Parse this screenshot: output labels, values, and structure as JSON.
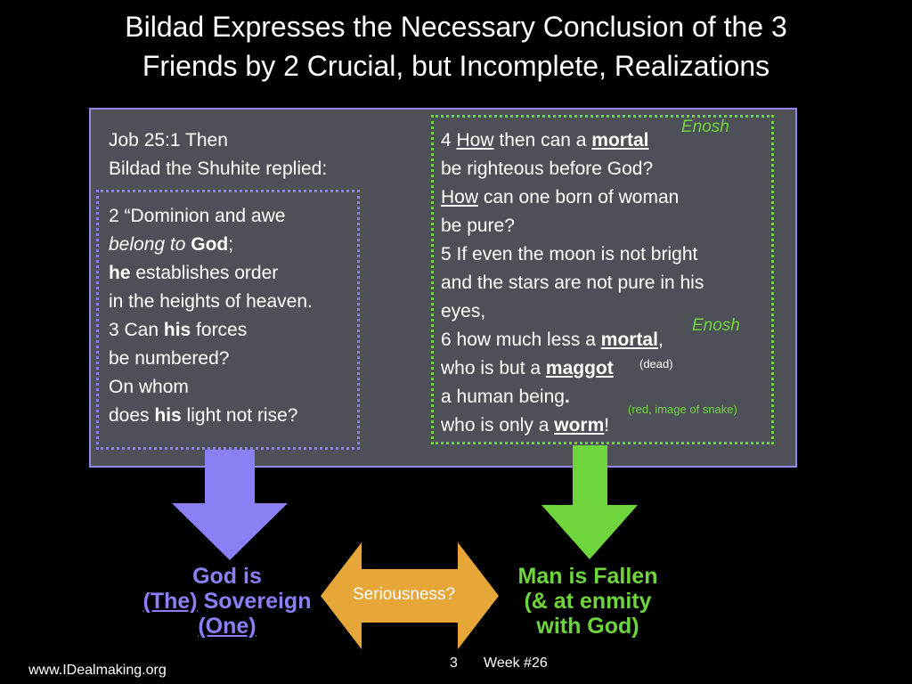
{
  "title": {
    "line1": "Bildad Expresses the Necessary Conclusion of the 3",
    "line2": "Friends by 2 Crucial, but Incomplete, Realizations"
  },
  "left_text": {
    "intro_line1": "Job 25:1 Then",
    "intro_line2": "Bildad the Shuhite replied:",
    "v2_a": "2 “Dominion and awe",
    "v2_b_italic": "belong to",
    "v2_b_bold": "God",
    "v2_b_end": ";",
    "v2_c_bold": "he",
    "v2_c_rest": " establishes order",
    "v2_d": "in the heights of heaven.",
    "v3_a_pre": "3 Can ",
    "v3_a_bold": "his",
    "v3_a_post": " forces",
    "v3_b": "be numbered?",
    "v3_c": "On whom",
    "v3_d_pre": "does ",
    "v3_d_bold": "his",
    "v3_d_post": " light not rise?"
  },
  "right_text": {
    "v4_a_num": "4 ",
    "v4_a_how": "How",
    "v4_a_mid": " then can a ",
    "v4_a_bold": "mortal",
    "v4_b": "be righteous before God?",
    "v4_c_how": "How",
    "v4_c_rest": " can one born of woman",
    "v4_d": "be pure?",
    "v5_a": "5 If even the moon is not bright",
    "v5_b": "and the stars are not pure in his",
    "v5_c": "eyes,",
    "v6_a_pre": "6 how much less a ",
    "v6_a_bold": "mortal",
    "v6_a_end": ",",
    "v6_b_pre": "who is but a ",
    "v6_b_bold": "maggot",
    "v6_c_pre": "a human being",
    "v6_c_bold": ".",
    "v6_d_pre": "who is only a ",
    "v6_d_bold": "worm",
    "v6_d_end": "!"
  },
  "notes": {
    "enosh_1": "Enosh",
    "enosh_2": "Enosh",
    "dead": "(dead)",
    "red_snake": "(red, image of snake)"
  },
  "conclusions": {
    "left_line1": "God is",
    "left_line2_the": "(The)",
    "left_line2_rest": " Sovereign",
    "left_line3": "(One)",
    "right_line1": "Man is Fallen",
    "right_line2": "(& at enmity",
    "right_line3": "with God)",
    "center_arrow_label": "Seriousness?"
  },
  "footer": {
    "website": "www.IDealmaking.org",
    "slide_number": "3",
    "week": "Week #26"
  },
  "colors": {
    "background": "#000000",
    "panel": "#4d5157",
    "purple": "#8a80f5",
    "green": "#6fd53c",
    "orange": "#e6a638"
  }
}
